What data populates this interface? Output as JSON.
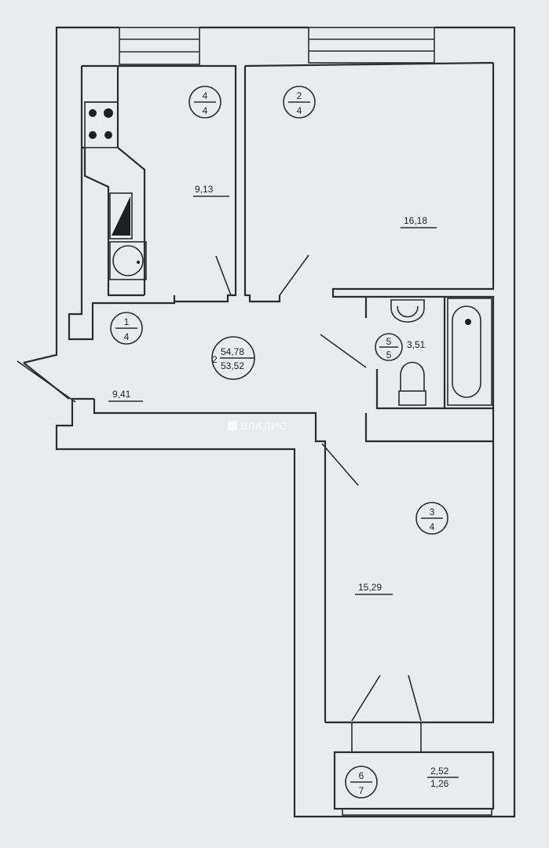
{
  "rooms": [
    {
      "id": "kitchen",
      "num": "4",
      "den": "4",
      "area": "9,13"
    },
    {
      "id": "bedroom-large",
      "num": "2",
      "den": "4",
      "area": "16,18"
    },
    {
      "id": "hall",
      "num": "1",
      "den": "4",
      "area": "9,41"
    },
    {
      "id": "bathroom",
      "num": "5",
      "den": "5",
      "area": "3,51"
    },
    {
      "id": "bedroom-small",
      "num": "3",
      "den": "4",
      "area": "15,29"
    },
    {
      "id": "balcony",
      "num": "6",
      "den": "7",
      "area_top": "2,52",
      "area_bottom": "1,26"
    }
  ],
  "totals": {
    "rooms_count": "2",
    "total_area": "54,78",
    "living_area": "53,52"
  },
  "watermark": "ВЛАДИС"
}
